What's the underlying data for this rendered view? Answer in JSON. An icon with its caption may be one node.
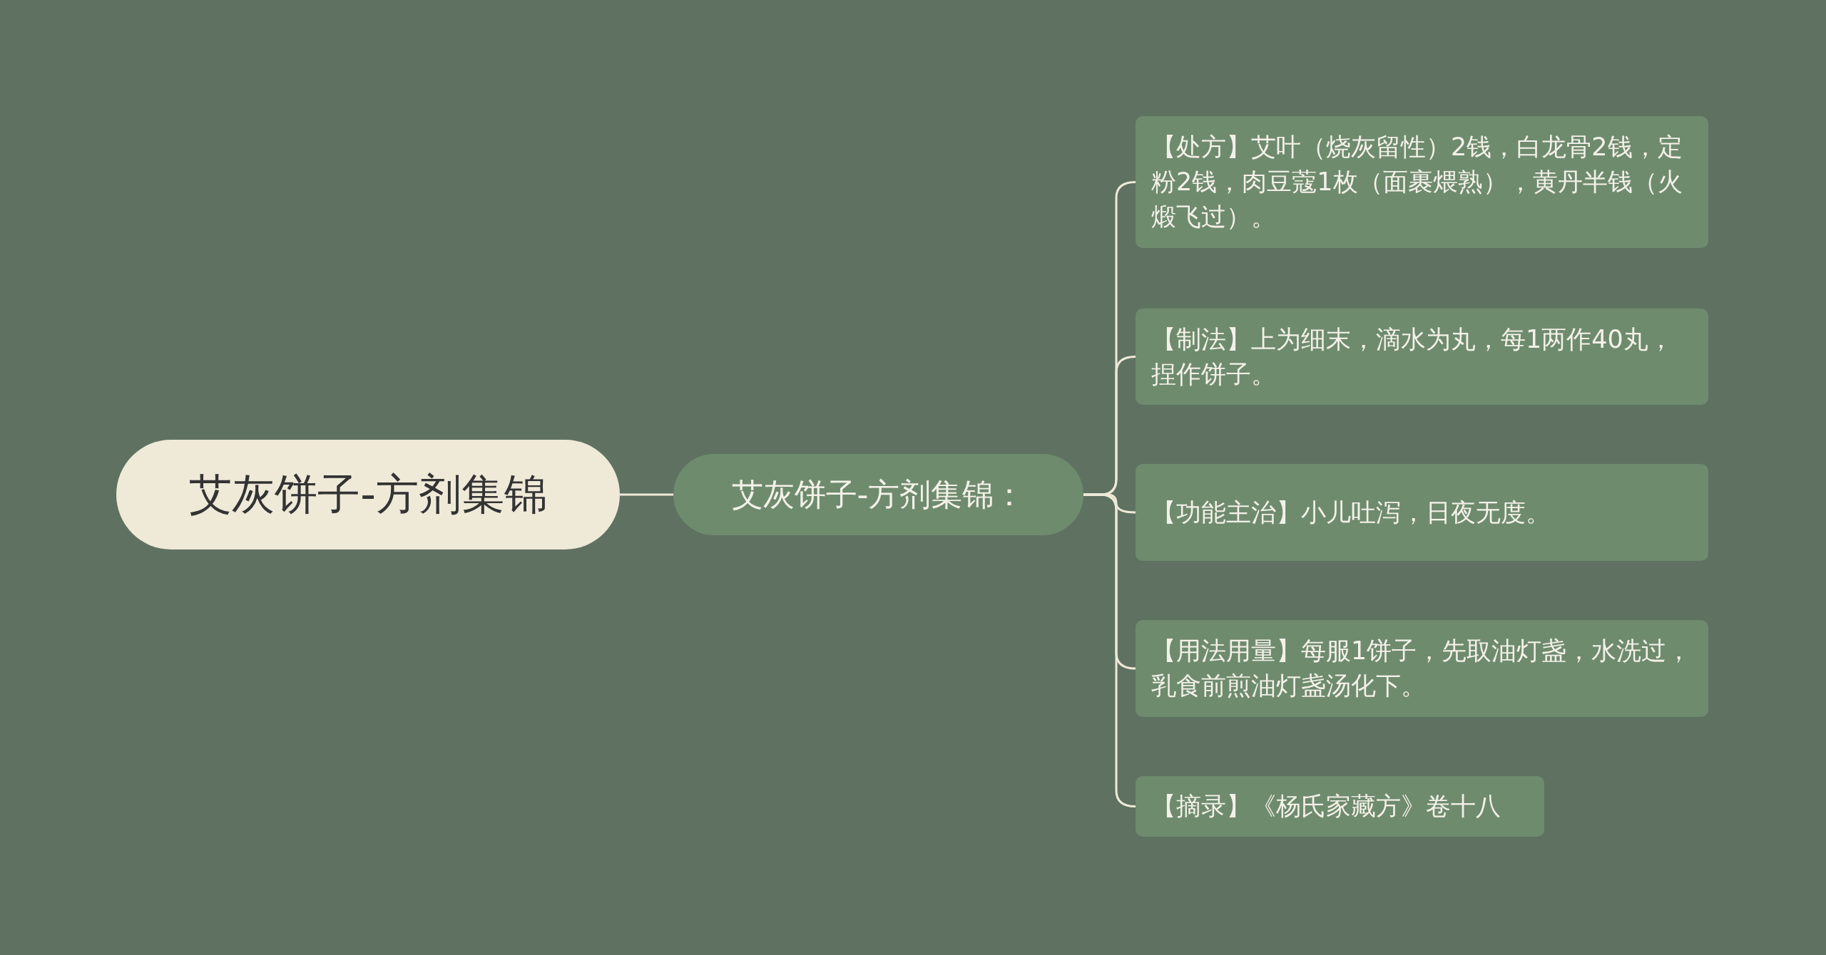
{
  "diagram": {
    "nodes": [
      {
        "text": [
          "艾灰饼子-方剂集锦"
        ]
      },
      {
        "text": [
          "艾灰饼子-方剂集锦："
        ]
      },
      {
        "text": [
          "【处方】艾叶（烧灰留性）2钱，白龙骨2钱，定粉2钱，肉豆蔻1枚（面裹煨熟），黄丹半钱（火煅飞过）。"
        ]
      },
      {
        "text": [
          "【制法】上为细末，滴水为丸，每1两作40丸，捏作饼子。"
        ]
      },
      {
        "text": [
          "【功能主治】小儿吐泻，日夜无度。"
        ]
      },
      {
        "text": [
          "【用法用量】每服1饼子，先取油灯盏，水洗过，乳食前煎油灯盏汤化下。"
        ]
      },
      {
        "text": [
          "【摘录】《杨氏家藏方》卷十八"
        ]
      }
    ],
    "edges": [
      {
        "from": 0,
        "to": 1,
        "arrow": "none"
      },
      {
        "from": 1,
        "to": 2,
        "arrow": "none"
      },
      {
        "from": 1,
        "to": 3,
        "arrow": "none"
      },
      {
        "from": 1,
        "to": 4,
        "arrow": "none"
      },
      {
        "from": 1,
        "to": 5,
        "arrow": "none"
      },
      {
        "from": 1,
        "to": 6,
        "arrow": "none"
      }
    ]
  }
}
